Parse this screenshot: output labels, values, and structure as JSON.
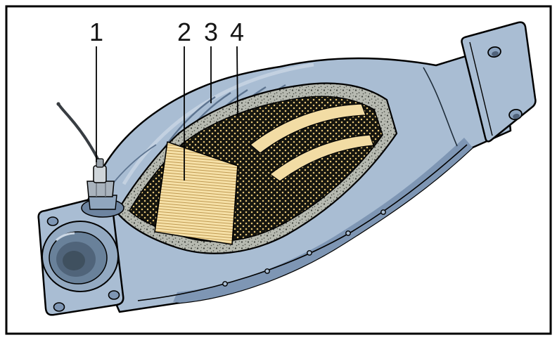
{
  "figure": {
    "labels": [
      {
        "id": 1,
        "text": "1"
      },
      {
        "id": 2,
        "text": "2"
      },
      {
        "id": 3,
        "text": "3"
      },
      {
        "id": 4,
        "text": "4"
      }
    ],
    "colors": {
      "background": "#ffffff",
      "frame": "#000000",
      "housing": "#a9bdd3",
      "housing_shadow": "#7e96b4",
      "housing_rib": "#5d7490",
      "substrate_face": "#f6e1a8",
      "substrate_line": "#c09a52",
      "honeycomb": "#15150f",
      "honeycomb_dot": "#e6c577",
      "insulation_mat": "#b7bab1",
      "sensor_metal": "#cfd5da",
      "outline": "#000000"
    }
  }
}
